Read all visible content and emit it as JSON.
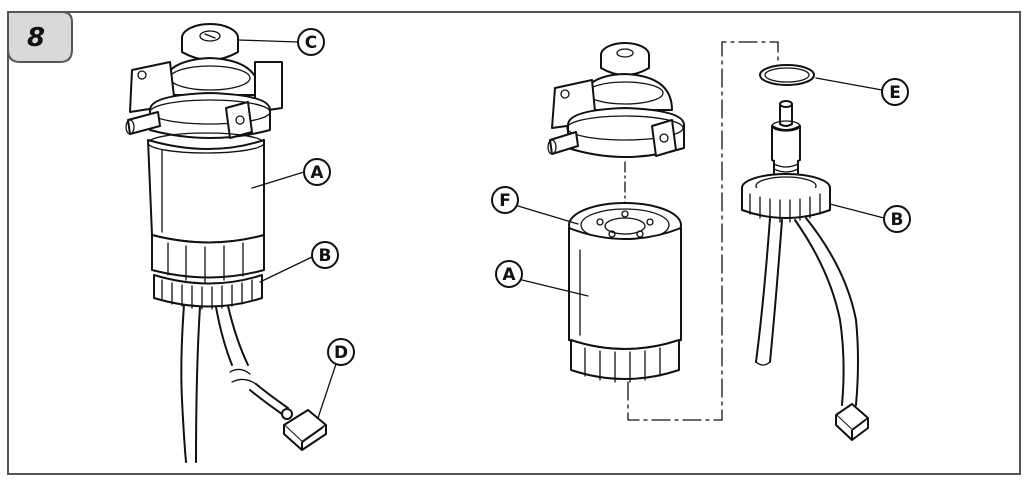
{
  "figure": {
    "number": "8"
  },
  "callouts": {
    "left_c": "C",
    "left_a": "A",
    "left_b": "B",
    "left_d": "D",
    "right_e": "E",
    "right_f": "F",
    "right_a": "A",
    "right_b": "B"
  }
}
